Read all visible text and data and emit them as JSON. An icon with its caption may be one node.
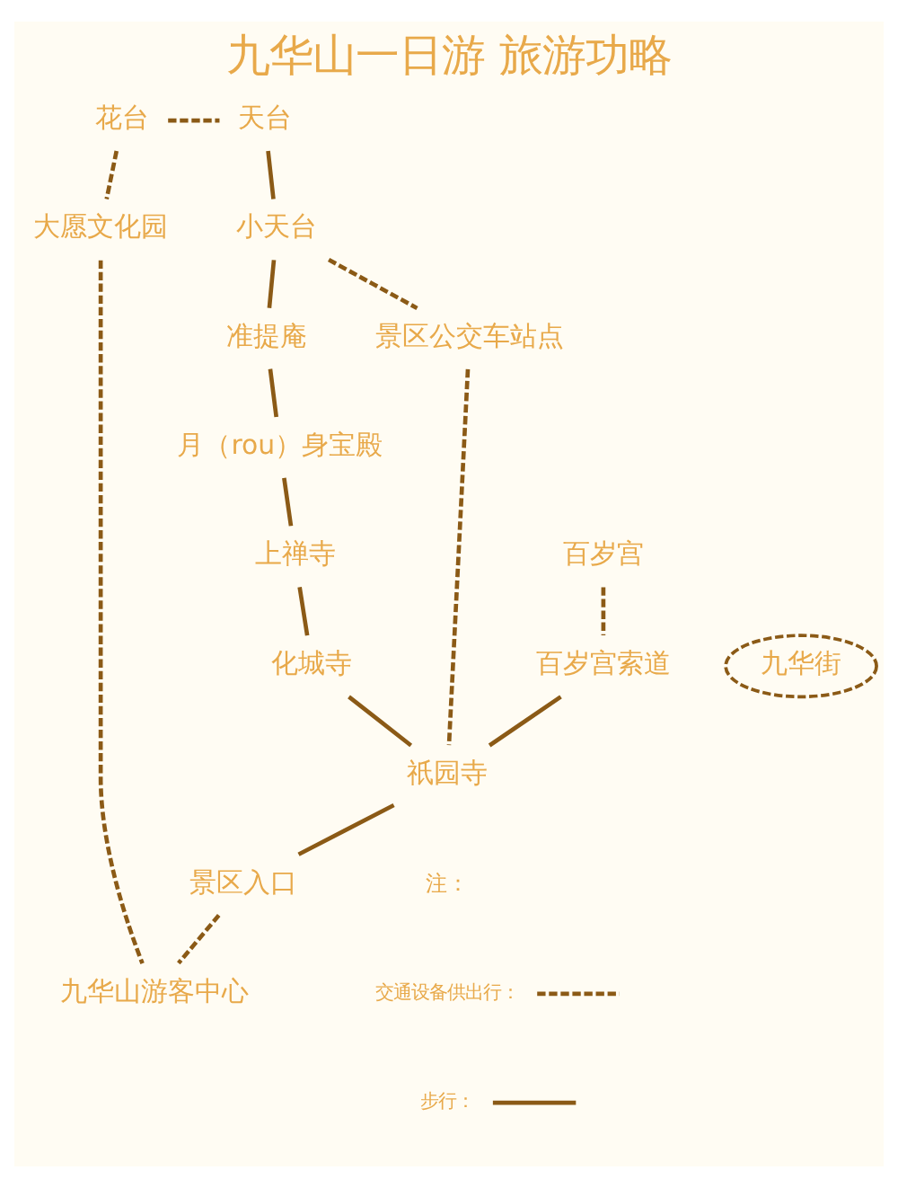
{
  "diagram": {
    "title": "九华山一日游 旅游功略",
    "nodes": [
      {
        "text": [
          "花台"
        ]
      },
      {
        "text": [
          "天台"
        ]
      },
      {
        "text": [
          "小天台"
        ]
      },
      {
        "text": [
          "准提庵"
        ]
      },
      {
        "text": [
          "月（rou）身宝殿"
        ]
      },
      {
        "text": [
          "上禅寺"
        ]
      },
      {
        "text": [
          "百岁宫"
        ]
      },
      {
        "text": [
          "化城寺"
        ]
      },
      {
        "text": [
          "九华街"
        ]
      },
      {
        "text": [
          "百岁宫索道"
        ]
      },
      {
        "text": [
          "景区公交车站点"
        ]
      },
      {
        "text": [
          "祇园寺"
        ]
      },
      {
        "text": [
          "大愿文化园"
        ]
      },
      {
        "text": [
          "景区入口"
        ]
      },
      {
        "text": [
          "九华山游客中心"
        ]
      }
    ],
    "edges": [
      {
        "from": 0,
        "to": 1,
        "arrow": "none",
        "style": "dashed"
      },
      {
        "from": 1,
        "to": 2,
        "arrow": "none"
      },
      {
        "from": 2,
        "to": 3,
        "arrow": "none"
      },
      {
        "from": 3,
        "to": 4,
        "arrow": "none"
      },
      {
        "from": 4,
        "to": 5,
        "arrow": "none"
      },
      {
        "from": 5,
        "to": 7,
        "arrow": "none"
      },
      {
        "from": 2,
        "to": 10,
        "arrow": "none",
        "style": "dashed"
      },
      {
        "from": 6,
        "to": 9,
        "arrow": "none",
        "style": "dashed"
      },
      {
        "from": 9,
        "to": 11,
        "arrow": "none"
      },
      {
        "from": 7,
        "to": 11,
        "arrow": "none"
      },
      {
        "from": 10,
        "to": 11,
        "arrow": "none",
        "style": "dashed"
      },
      {
        "from": 0,
        "to": 12,
        "arrow": "none",
        "style": "dashed"
      },
      {
        "from": 12,
        "to": 14,
        "arrow": "none",
        "style": "dashed"
      },
      {
        "from": 11,
        "to": 13,
        "arrow": "none"
      },
      {
        "from": 13,
        "to": 14,
        "arrow": "none",
        "style": "dashed"
      }
    ],
    "labels": [
      "注："
    ],
    "legend": [
      {
        "text": "交通设备供出行："
      },
      {
        "text": "步行："
      }
    ]
  }
}
